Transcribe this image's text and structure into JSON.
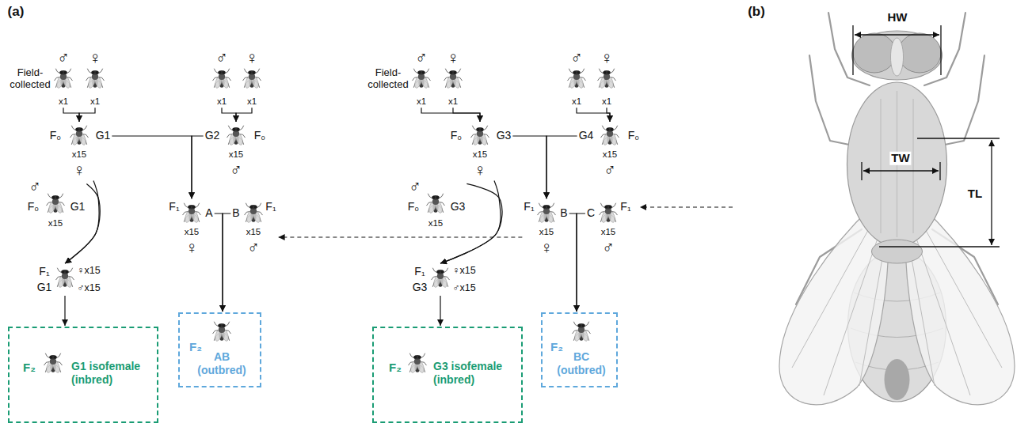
{
  "diagram": {
    "nodes": [
      {
        "text": [
          "♂",
          "x1"
        ]
      },
      {
        "text": [
          "♀",
          "x1"
        ]
      },
      {
        "text": [
          "♂",
          "x1"
        ]
      },
      {
        "text": [
          "♀",
          "x1"
        ]
      },
      {
        "text": [
          "♂",
          "x1"
        ]
      },
      {
        "text": [
          "♀",
          "x1"
        ]
      },
      {
        "text": [
          "♂",
          "x1"
        ]
      },
      {
        "text": [
          "♀",
          "x1"
        ]
      },
      {
        "text": [
          "F₀",
          "G1",
          "x15",
          "♀"
        ]
      },
      {
        "text": [
          "G2",
          "F₀",
          "x15",
          "♂"
        ]
      },
      {
        "text": [
          "F₀",
          "G3",
          "x15",
          "♀"
        ]
      },
      {
        "text": [
          "G4",
          "F₀",
          "x15",
          "♂"
        ]
      },
      {
        "text": [
          "♂",
          "F₀",
          "G1",
          "x15"
        ]
      },
      {
        "text": [
          "F₁",
          "A",
          "x15",
          "♀"
        ]
      },
      {
        "text": [
          "B",
          "F₁",
          "x15",
          "♂"
        ]
      },
      {
        "text": [
          "♂",
          "F₀",
          "G3",
          "x15"
        ]
      },
      {
        "text": [
          "F₁",
          "B",
          "x15",
          "♀"
        ]
      },
      {
        "text": [
          "C",
          "F₁",
          "x15",
          "♂"
        ]
      },
      {
        "text": [
          "F₁",
          "G1",
          "♀x15",
          "♂x15"
        ]
      },
      {
        "text": [
          "F₁",
          "G3",
          "♀x15",
          "♂x15"
        ]
      },
      {
        "text": [
          "F₂",
          "AB (outbred)"
        ]
      },
      {
        "text": [
          "F₂",
          "BC (outbred)"
        ]
      },
      {
        "text": [
          "F₂",
          "G1 isofemale (inbred)"
        ]
      },
      {
        "text": [
          "F₂",
          "G3 isofemale (inbred)"
        ]
      }
    ],
    "edges": [
      {
        "from": 0,
        "to": 8,
        "arrow": "to"
      },
      {
        "from": 1,
        "to": 8,
        "arrow": "to"
      },
      {
        "from": 2,
        "to": 9,
        "arrow": "to"
      },
      {
        "from": 3,
        "to": 9,
        "arrow": "to"
      },
      {
        "from": 4,
        "to": 10,
        "arrow": "to"
      },
      {
        "from": 5,
        "to": 10,
        "arrow": "to"
      },
      {
        "from": 6,
        "to": 11,
        "arrow": "to"
      },
      {
        "from": 7,
        "to": 11,
        "arrow": "to"
      },
      {
        "from": 8,
        "to": 13,
        "arrow": "to"
      },
      {
        "from": 9,
        "to": 13,
        "arrow": "to"
      },
      {
        "from": 8,
        "to": 18,
        "arrow": "to"
      },
      {
        "from": 12,
        "to": 18,
        "arrow": "to"
      },
      {
        "from": 13,
        "to": 20,
        "arrow": "to"
      },
      {
        "from": 14,
        "to": 20,
        "arrow": "to"
      },
      {
        "from": 18,
        "to": 22,
        "arrow": "to"
      },
      {
        "from": 10,
        "to": 16,
        "arrow": "to"
      },
      {
        "from": 11,
        "to": 16,
        "arrow": "to"
      },
      {
        "from": 10,
        "to": 19,
        "arrow": "to"
      },
      {
        "from": 15,
        "to": 19,
        "arrow": "to"
      },
      {
        "from": 16,
        "to": 21,
        "arrow": "to"
      },
      {
        "from": 17,
        "to": 21,
        "arrow": "to"
      },
      {
        "from": 19,
        "to": 23,
        "arrow": "to"
      },
      {
        "from": 16,
        "to": 14,
        "arrow": "to"
      }
    ],
    "labels": [
      "(a)",
      "(b)",
      "Field- collected",
      "Field- collected",
      "HW",
      "TW",
      "TL"
    ]
  }
}
